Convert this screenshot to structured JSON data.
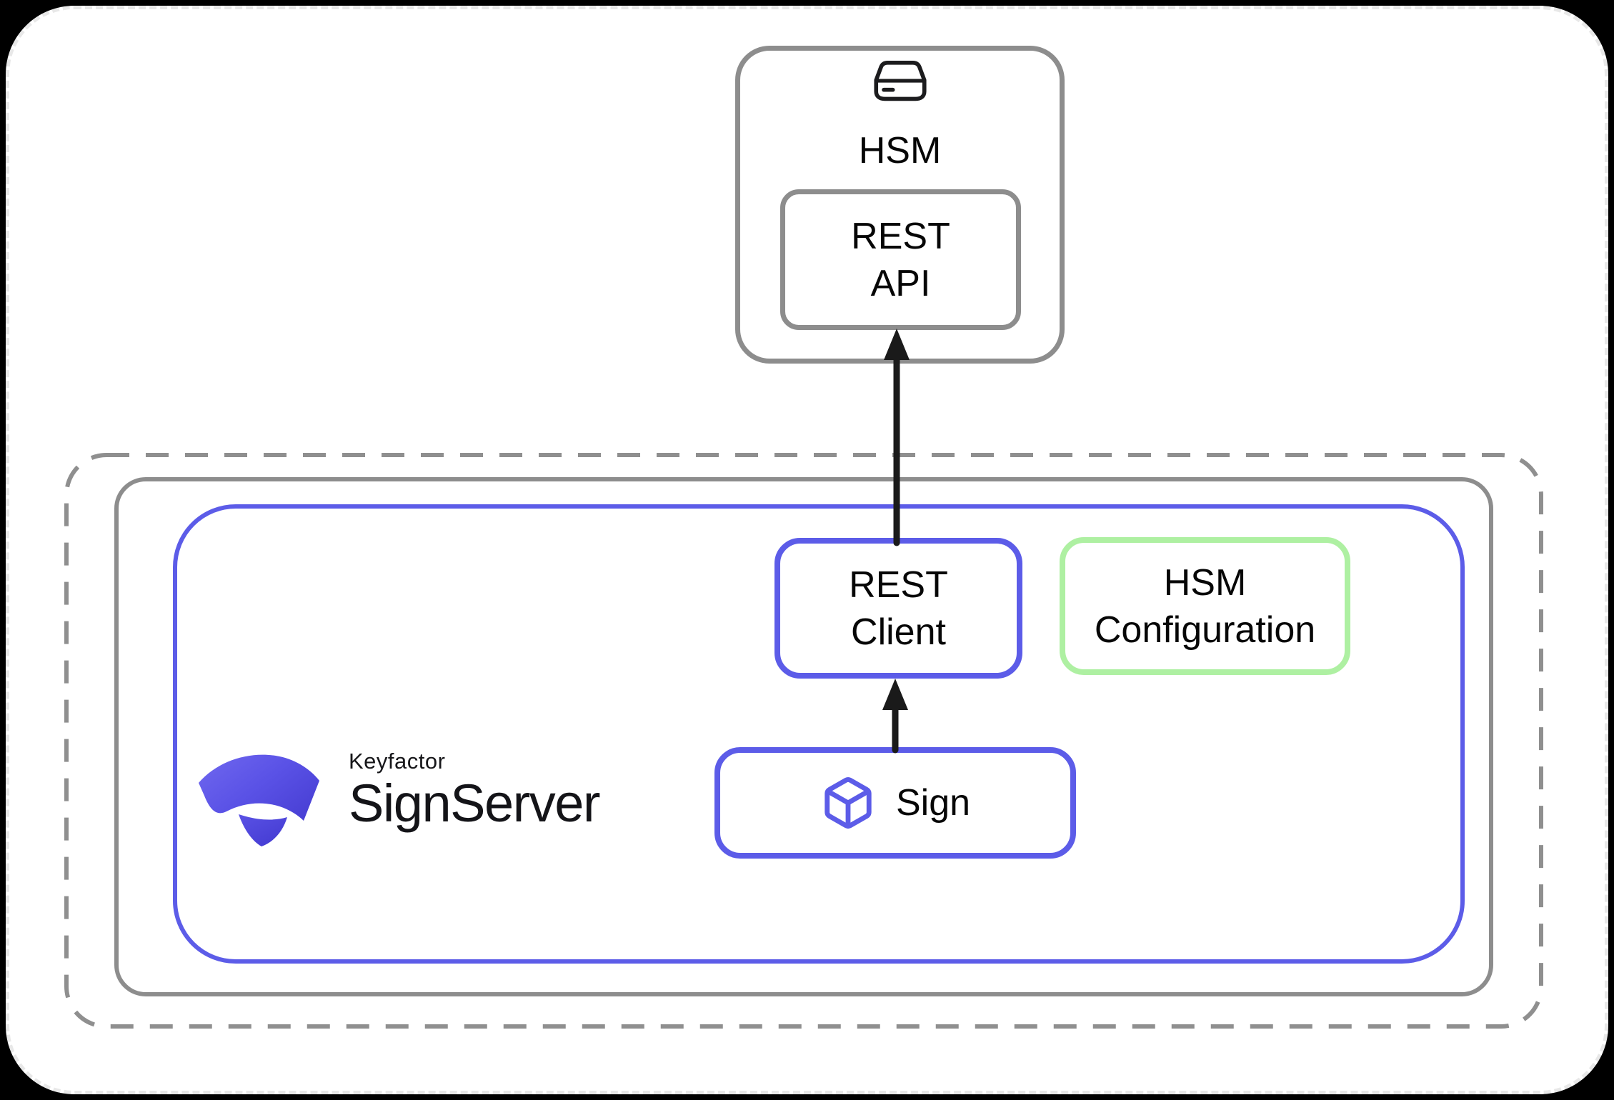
{
  "diagram": {
    "nodes": {
      "hsm": {
        "label": "HSM",
        "icon": "storage-drive-icon"
      },
      "rest_api": {
        "line1": "REST",
        "line2": "API"
      },
      "rest_client": {
        "line1": "REST",
        "line2": "Client"
      },
      "hsm_configuration": {
        "line1": "HSM",
        "line2": "Configuration"
      },
      "sign": {
        "label": "Sign",
        "icon": "cube-icon"
      }
    },
    "logo": {
      "brand": "Keyfactor",
      "product": "SignServer",
      "icon": "keyfactor-mark-icon"
    },
    "connections": [
      {
        "from": "sign",
        "to": "rest_client",
        "style": "black-arrow-up"
      },
      {
        "from": "rest_client",
        "to": "rest_api",
        "style": "black-arrow-up"
      }
    ],
    "colors": {
      "accent_blue": "#5c5ce8",
      "accent_green": "#aef0a2",
      "border_gray": "#8d8d8d",
      "dashed_zone_gray": "#8f8f8f",
      "arrow_black": "#1a1a1a",
      "text_black": "#060606",
      "frame_background": "#000000",
      "canvas_background": "#ffffff",
      "canvas_dash_gray": "#e8e8e8",
      "logo_gradient_start": "#7068ef",
      "logo_gradient_end": "#4a41d6"
    }
  }
}
